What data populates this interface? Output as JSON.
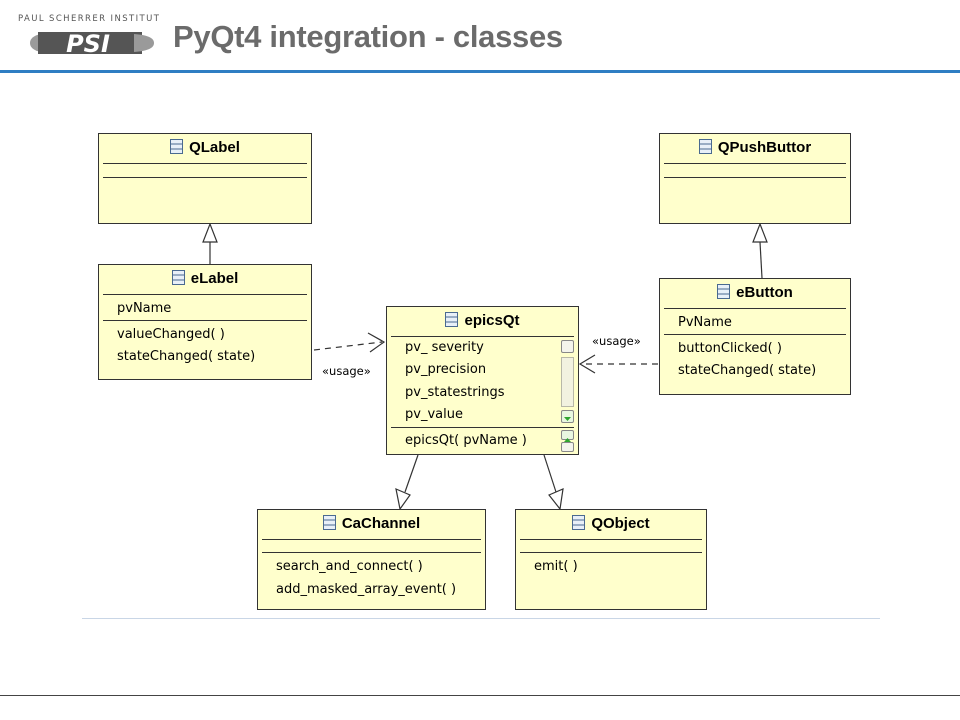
{
  "header": {
    "logo_caption": "PAUL SCHERRER INSTITUT",
    "logo_mark": "PSI",
    "title": "PyQt4 integration - classes"
  },
  "colors": {
    "class_fill": "#ffffcc",
    "header_rule": "#2e7ec3",
    "title_text": "#6b6b6b"
  },
  "classes": {
    "qlabel": {
      "name": "QLabel",
      "attributes": [],
      "operations": []
    },
    "elabel": {
      "name": "eLabel",
      "attributes": [
        "pvName"
      ],
      "operations": [
        "valueChanged( )",
        "stateChanged( state)"
      ]
    },
    "epicsqt": {
      "name": "epicsQt",
      "attributes": [
        "pv_ severity",
        "pv_precision",
        "pv_statestrings",
        "pv_value"
      ],
      "operations": [
        "epicsQt( pvName )"
      ]
    },
    "qpushbutton": {
      "name": "QPushButtor",
      "attributes": [],
      "operations": []
    },
    "ebutton": {
      "name": "eButton",
      "attributes": [
        "PvName"
      ],
      "operations": [
        "buttonClicked( )",
        "stateChanged( state)"
      ]
    },
    "cachannel": {
      "name": "CaChannel",
      "attributes": [],
      "operations": [
        "search_and_connect( )",
        "add_masked_array_event( )"
      ]
    },
    "qobject": {
      "name": "QObject",
      "attributes": [],
      "operations": [
        "emit( )"
      ]
    }
  },
  "relations": {
    "usage_left": "«usage»",
    "usage_right": "«usage»"
  },
  "icons": {
    "class_icon": "class-icon",
    "scroll_up": "scroll-up-icon",
    "scroll_down": "scroll-down-icon"
  }
}
